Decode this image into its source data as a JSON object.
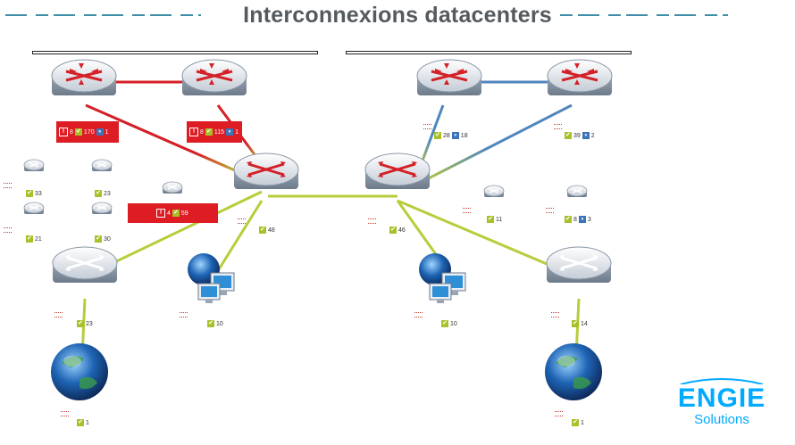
{
  "title": "Interconnexions datacenters",
  "colors": {
    "ok": "#a9c02a",
    "info": "#3b74b8",
    "alert": "#dd1c24",
    "red_link": "#d42027",
    "green_link": "#b9cc3a",
    "blue_link": "#4f86bd",
    "title_line": "#3f8ea8"
  },
  "alerts": [
    {
      "id": "router-1",
      "c1": "8",
      "c2": "170",
      "c3": "1"
    },
    {
      "id": "router-2",
      "c1": "8",
      "c2": "115",
      "c3": "1"
    },
    {
      "id": "small-router-c",
      "c1": "4",
      "c2": "59"
    }
  ],
  "badges": [
    {
      "id": "router-3",
      "ok": "28",
      "info": "18"
    },
    {
      "id": "router-4",
      "ok": "39",
      "info": "2"
    },
    {
      "id": "small-1",
      "ok": "33"
    },
    {
      "id": "small-2",
      "ok": "23"
    },
    {
      "id": "small-3",
      "ok": "21"
    },
    {
      "id": "small-4",
      "ok": "30"
    },
    {
      "id": "core-left",
      "ok": "48"
    },
    {
      "id": "core-right",
      "ok": "46"
    },
    {
      "id": "small-r1",
      "ok": "11"
    },
    {
      "id": "small-r2",
      "ok": "8",
      "info": "3"
    },
    {
      "id": "switch-left",
      "ok": "23"
    },
    {
      "id": "ws-left",
      "ok": "10"
    },
    {
      "id": "ws-right",
      "ok": "10"
    },
    {
      "id": "switch-right",
      "ok": "14"
    },
    {
      "id": "globe-left",
      "ok": "1"
    },
    {
      "id": "globe-right",
      "ok": "1"
    }
  ],
  "logo": {
    "brand": "ENGIE",
    "sub": "Solutions"
  },
  "icons": {
    "ok": "✔",
    "info": "⏸",
    "alert": "‼"
  }
}
